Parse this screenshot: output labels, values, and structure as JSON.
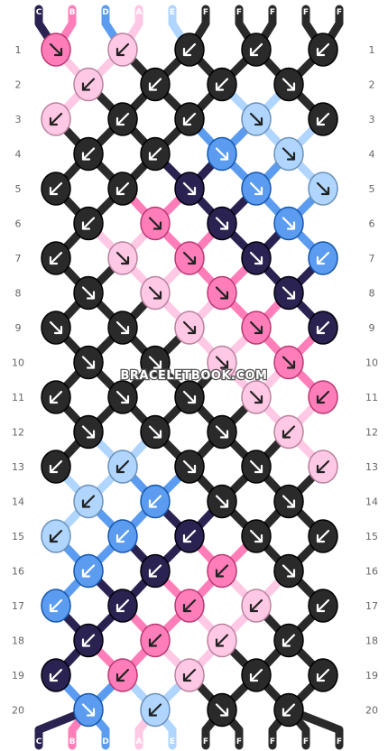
{
  "watermark": "BRACELETBOOK.COM",
  "colors": {
    "A": "#ffc8e4",
    "B": "#ff7eb9",
    "C": "#2a2250",
    "D": "#5b9cf0",
    "E": "#b0d6ff",
    "F": "#2a2a2a"
  },
  "strands_top": [
    "C",
    "B",
    "D",
    "A",
    "E",
    "F",
    "F",
    "F",
    "F",
    "F"
  ],
  "strands_bottom": [
    "C",
    "B",
    "D",
    "A",
    "E",
    "F",
    "F",
    "F",
    "F",
    "F"
  ],
  "row_labels": [
    "1",
    "2",
    "3",
    "4",
    "5",
    "6",
    "7",
    "8",
    "9",
    "10",
    "11",
    "12",
    "13",
    "14",
    "15",
    "16",
    "17",
    "18",
    "19",
    "20"
  ],
  "knots": [
    [
      {
        "c": "B",
        "d": "se"
      },
      {
        "c": "A",
        "d": "sw"
      },
      {
        "c": "F",
        "d": "sw"
      },
      {
        "c": "F",
        "d": "sw"
      },
      {
        "c": "F",
        "d": "sw"
      }
    ],
    [
      {
        "c": "A",
        "d": "sw"
      },
      {
        "c": "F",
        "d": "sw"
      },
      {
        "c": "F",
        "d": "sw"
      },
      {
        "c": "F",
        "d": "se"
      }
    ],
    [
      {
        "c": "A",
        "d": "sw"
      },
      {
        "c": "F",
        "d": "sw"
      },
      {
        "c": "F",
        "d": "sw"
      },
      {
        "c": "E",
        "d": "se"
      },
      {
        "c": "F",
        "d": "sw"
      }
    ],
    [
      {
        "c": "F",
        "d": "sw"
      },
      {
        "c": "F",
        "d": "sw"
      },
      {
        "c": "D",
        "d": "se"
      },
      {
        "c": "E",
        "d": "se"
      }
    ],
    [
      {
        "c": "F",
        "d": "sw"
      },
      {
        "c": "F",
        "d": "sw"
      },
      {
        "c": "C",
        "d": "se"
      },
      {
        "c": "D",
        "d": "se"
      },
      {
        "c": "E",
        "d": "se"
      }
    ],
    [
      {
        "c": "F",
        "d": "sw"
      },
      {
        "c": "B",
        "d": "se"
      },
      {
        "c": "C",
        "d": "se"
      },
      {
        "c": "D",
        "d": "se"
      }
    ],
    [
      {
        "c": "F",
        "d": "sw"
      },
      {
        "c": "A",
        "d": "se"
      },
      {
        "c": "B",
        "d": "se"
      },
      {
        "c": "C",
        "d": "se"
      },
      {
        "c": "D",
        "d": "sw"
      }
    ],
    [
      {
        "c": "F",
        "d": "se"
      },
      {
        "c": "A",
        "d": "se"
      },
      {
        "c": "B",
        "d": "se"
      },
      {
        "c": "C",
        "d": "se"
      }
    ],
    [
      {
        "c": "F",
        "d": "se"
      },
      {
        "c": "F",
        "d": "se"
      },
      {
        "c": "A",
        "d": "se"
      },
      {
        "c": "B",
        "d": "se"
      },
      {
        "c": "C",
        "d": "sw"
      }
    ],
    [
      {
        "c": "F",
        "d": "se"
      },
      {
        "c": "F",
        "d": "se"
      },
      {
        "c": "A",
        "d": "se"
      },
      {
        "c": "B",
        "d": "se"
      }
    ],
    [
      {
        "c": "F",
        "d": "sw"
      },
      {
        "c": "F",
        "d": "se"
      },
      {
        "c": "F",
        "d": "se"
      },
      {
        "c": "A",
        "d": "se"
      },
      {
        "c": "B",
        "d": "sw"
      }
    ],
    [
      {
        "c": "F",
        "d": "se"
      },
      {
        "c": "F",
        "d": "se"
      },
      {
        "c": "F",
        "d": "se"
      },
      {
        "c": "A",
        "d": "sw"
      }
    ],
    [
      {
        "c": "F",
        "d": "sw"
      },
      {
        "c": "E",
        "d": "sw"
      },
      {
        "c": "F",
        "d": "se"
      },
      {
        "c": "F",
        "d": "se"
      },
      {
        "c": "A",
        "d": "sw"
      }
    ],
    [
      {
        "c": "E",
        "d": "sw"
      },
      {
        "c": "D",
        "d": "sw"
      },
      {
        "c": "F",
        "d": "se"
      },
      {
        "c": "F",
        "d": "se"
      }
    ],
    [
      {
        "c": "E",
        "d": "sw"
      },
      {
        "c": "D",
        "d": "sw"
      },
      {
        "c": "C",
        "d": "sw"
      },
      {
        "c": "F",
        "d": "se"
      },
      {
        "c": "F",
        "d": "sw"
      }
    ],
    [
      {
        "c": "D",
        "d": "sw"
      },
      {
        "c": "C",
        "d": "sw"
      },
      {
        "c": "B",
        "d": "sw"
      },
      {
        "c": "F",
        "d": "se"
      }
    ],
    [
      {
        "c": "D",
        "d": "sw"
      },
      {
        "c": "C",
        "d": "sw"
      },
      {
        "c": "B",
        "d": "sw"
      },
      {
        "c": "A",
        "d": "sw"
      },
      {
        "c": "F",
        "d": "sw"
      }
    ],
    [
      {
        "c": "C",
        "d": "sw"
      },
      {
        "c": "B",
        "d": "sw"
      },
      {
        "c": "A",
        "d": "sw"
      },
      {
        "c": "F",
        "d": "sw"
      }
    ],
    [
      {
        "c": "C",
        "d": "sw"
      },
      {
        "c": "B",
        "d": "sw"
      },
      {
        "c": "A",
        "d": "sw"
      },
      {
        "c": "F",
        "d": "sw"
      },
      {
        "c": "F",
        "d": "sw"
      }
    ],
    [
      {
        "c": "D",
        "d": "se"
      },
      {
        "c": "E",
        "d": "sw"
      },
      {
        "c": "F",
        "d": "se"
      },
      {
        "c": "F",
        "d": "sw"
      }
    ]
  ]
}
